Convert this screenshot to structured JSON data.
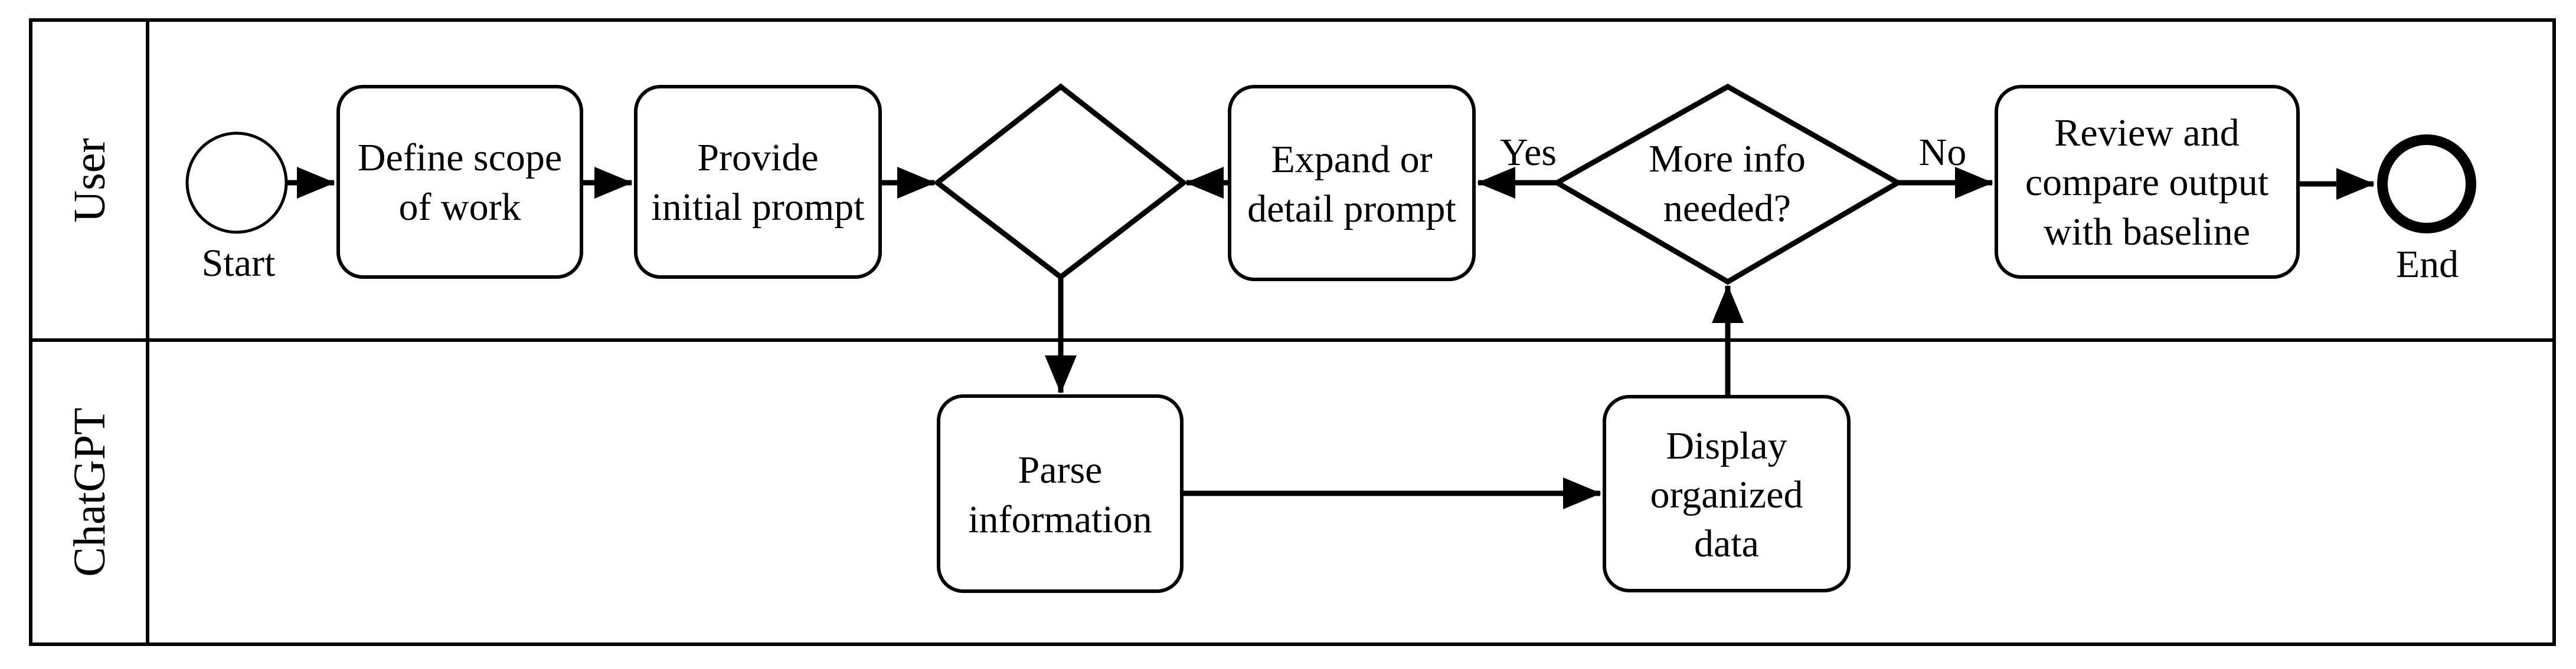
{
  "diagram": {
    "type": "bpmn-swimlane-flowchart",
    "colors": {
      "ink": "#000000",
      "background": "#ffffff"
    },
    "lanes": [
      {
        "label": "User"
      },
      {
        "label": "ChatGPT"
      }
    ],
    "nodes": {
      "start_event": {
        "kind": "start-event",
        "label": "Start"
      },
      "define_scope": {
        "kind": "task",
        "lines": [
          "Define scope",
          "of work"
        ]
      },
      "provide_prompt": {
        "kind": "task",
        "lines": [
          "Provide",
          "initial prompt"
        ]
      },
      "merge_gateway": {
        "kind": "gateway",
        "label": ""
      },
      "expand_prompt": {
        "kind": "task",
        "lines": [
          "Expand or",
          "detail prompt"
        ]
      },
      "more_info_gateway": {
        "kind": "gateway",
        "lines": [
          "More info",
          "needed?"
        ]
      },
      "review_output": {
        "kind": "task",
        "lines": [
          "Review and",
          "compare output",
          "with baseline"
        ]
      },
      "end_event": {
        "kind": "end-event",
        "label": "End"
      },
      "parse_information": {
        "kind": "task",
        "lines": [
          "Parse",
          "information"
        ]
      },
      "display_data": {
        "kind": "task",
        "lines": [
          "Display",
          "organized",
          "data"
        ]
      }
    },
    "edge_labels": {
      "yes": "Yes",
      "no": "No"
    }
  }
}
